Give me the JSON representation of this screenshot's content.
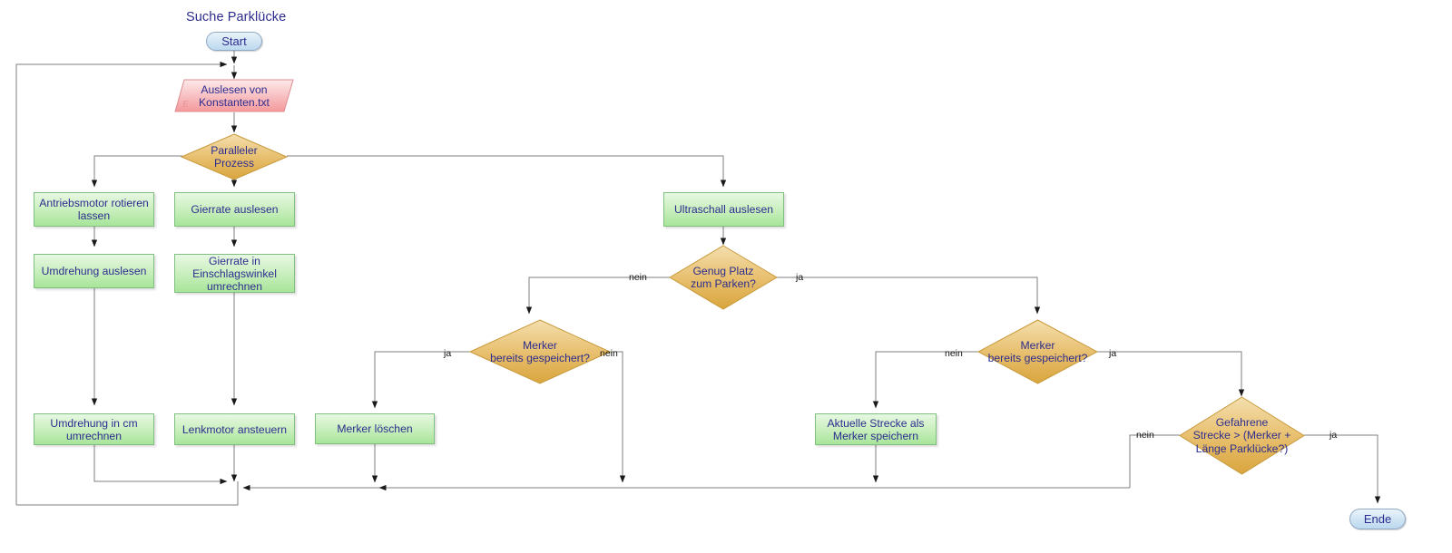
{
  "diagram": {
    "title": "Suche Parklücke",
    "colors": {
      "text": "#2d2d8f",
      "process_fill": "#a8e59a",
      "decision_fill": "#e3b24a",
      "io_fill": "#f4a0a2",
      "terminator_fill": "#bcd9ef",
      "connector": "#7f7f7f",
      "edge_label": "#111111"
    },
    "nodes": [
      {
        "id": "start",
        "type": "terminator",
        "label": "Start"
      },
      {
        "id": "konstanten",
        "type": "io",
        "label": "Auslesen von\nKonstanten.txt",
        "tag": "E"
      },
      {
        "id": "paralleler",
        "type": "decision",
        "label": "Paralleler\nProzess"
      },
      {
        "id": "antrieb",
        "type": "process",
        "label": "Antriebsmotor rotieren\nlassen"
      },
      {
        "id": "umdrehung",
        "type": "process",
        "label": "Umdrehung auslesen"
      },
      {
        "id": "umdrehung_cm",
        "type": "process",
        "label": "Umdrehung in cm\numrechnen"
      },
      {
        "id": "gierrate",
        "type": "process",
        "label": "Gierrate auslesen"
      },
      {
        "id": "gierrate_winkel",
        "type": "process",
        "label": "Gierrate in\nEinschlagswinkel\numrechnen"
      },
      {
        "id": "lenkmotor",
        "type": "process",
        "label": "Lenkmotor ansteuern"
      },
      {
        "id": "ultraschall",
        "type": "process",
        "label": "Ultraschall auslesen"
      },
      {
        "id": "genug_platz",
        "type": "decision",
        "label": "Genug Platz\nzum Parken?"
      },
      {
        "id": "merker_l",
        "type": "decision",
        "label": "Merker\nbereits gespeichert?"
      },
      {
        "id": "merker_loeschen",
        "type": "process",
        "label": "Merker löschen"
      },
      {
        "id": "merker_r",
        "type": "decision",
        "label": "Merker\nbereits gespeichert?"
      },
      {
        "id": "strecke_speichern",
        "type": "process",
        "label": "Aktuelle Strecke als\nMerker speichern"
      },
      {
        "id": "gefahrene",
        "type": "decision",
        "label": "Gefahrene\nStrecke > (Merker +\nLänge Parklücke?)"
      },
      {
        "id": "ende",
        "type": "terminator",
        "label": "Ende"
      }
    ],
    "edge_labels": [
      {
        "id": "genug-nein",
        "text": "nein"
      },
      {
        "id": "genug-ja",
        "text": "ja"
      },
      {
        "id": "merker-l-ja",
        "text": "ja"
      },
      {
        "id": "merker-l-nein",
        "text": "nein"
      },
      {
        "id": "merker-r-nein",
        "text": "nein"
      },
      {
        "id": "merker-r-ja",
        "text": "ja"
      },
      {
        "id": "gefahrene-nein",
        "text": "nein"
      },
      {
        "id": "gefahrene-ja",
        "text": "ja"
      }
    ]
  }
}
